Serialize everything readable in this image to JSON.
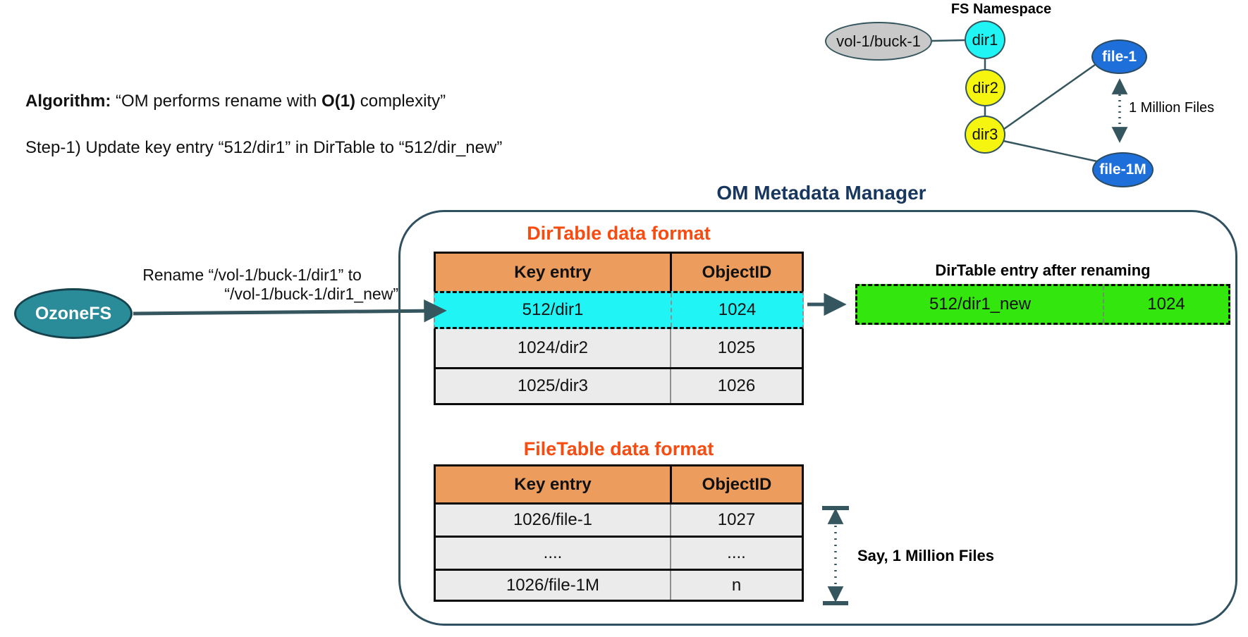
{
  "algorithm": {
    "label": "Algorithm:",
    "quote_pre": " “OM performs rename with ",
    "complexity": "O(1)",
    "quote_post": " complexity”",
    "step1": "Step-1) Update key entry “512/dir1” in DirTable to “512/dir_new”"
  },
  "fs_namespace": {
    "title": "FS Namespace",
    "bucket_label": "vol-1/buck-1",
    "dir1_label": "dir1",
    "dir2_label": "dir2",
    "dir3_label": "dir3",
    "file1_label": "file-1",
    "file1m_label": "file-1M",
    "million_files_label": "1 Million Files"
  },
  "client": {
    "ozonefs_label": "OzoneFS",
    "rename_line1": "Rename “/vol-1/buck-1/dir1” to",
    "rename_line2": "“/vol-1/buck-1/dir1_new”"
  },
  "om": {
    "title": "OM Metadata Manager",
    "dirtable": {
      "title": "DirTable data format",
      "col_key": "Key entry",
      "col_id": "ObjectID",
      "rows": [
        {
          "key": "512/dir1",
          "id": "1024"
        },
        {
          "key": "1024/dir2",
          "id": "1025"
        },
        {
          "key": "1025/dir3",
          "id": "1026"
        }
      ]
    },
    "filetable": {
      "title": "FileTable data format",
      "col_key": "Key entry",
      "col_id": "ObjectID",
      "rows": [
        {
          "key": "1026/file-1",
          "id": "1027"
        },
        {
          "key": "....",
          "id": "...."
        },
        {
          "key": "1026/file-1M",
          "id": "n"
        }
      ],
      "annotation": "Say, 1 Million Files"
    },
    "renamed": {
      "title": "DirTable entry after renaming",
      "key": "512/dir1_new",
      "id": "1024"
    }
  },
  "colors": {
    "connector_slate": "#35565e",
    "container_border": "#2f5061",
    "navy_title": "#17375e",
    "orange_title": "#f74c11",
    "table_header_orange": "#ec9c5d",
    "cyan_highlight": "#20f4f4",
    "green_highlight": "#33e60d",
    "yellow_node": "#f5f50f",
    "blue_node": "#1e6fd9",
    "gray_node": "#c9c9c9",
    "teal_ozonefs": "#2a8b99",
    "row_gray": "#ebebeb"
  }
}
